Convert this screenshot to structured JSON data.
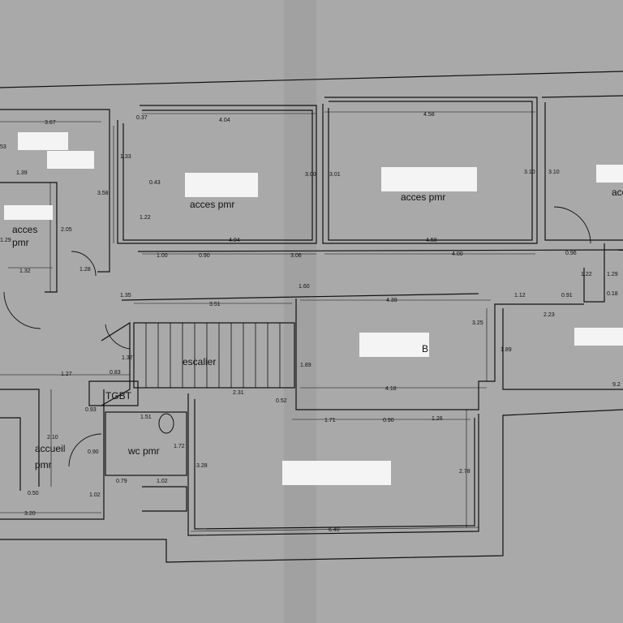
{
  "rooms": {
    "acces_pmr_1": "acces pmr",
    "acces_pmr_2": "acces pmr",
    "acces_left_a": "acces",
    "acces_left_b": "pmr",
    "acces_right": "acce",
    "escalier": "escalier",
    "tgbt": "TGBT",
    "wc_pmr": "wc pmr",
    "accueil_a": "accueil",
    "accueil_b": "pmr",
    "fragment_b": "B"
  },
  "dimensions": {
    "d_3_67": "3.67",
    "d_0_37": "0.37",
    "d_4_04_top": "4.04",
    "d_4_58_top": "4.58",
    "d_1_53": "53",
    "d_1_39": "1.39",
    "d_1_33": "1.33",
    "d_0_43": "0.43",
    "d_1_22_a": "1.22",
    "d_3_58": "3.58",
    "d_3_00": "3.00",
    "d_3_01": "3.01",
    "d_3_10_a": "3.10",
    "d_3_10_b": "3.10",
    "d_2_05": "2.05",
    "d_1_29": "1.29",
    "d_1_32": "1.32",
    "d_1_28": "1.28",
    "d_4_04_mid": "4.04",
    "d_4_58_mid": "4.58",
    "d_1_00": "1.00",
    "d_0_90_a": "0.90",
    "d_3_06": "3.06",
    "d_4_00": "4.00",
    "d_0_96": "0.96",
    "d_1_22_b": "1.22",
    "d_1_29_b": "1.29",
    "d_1_60": "1.60",
    "d_1_35": "1.35",
    "d_3_51": "3.51",
    "d_4_39": "4.39",
    "d_1_12": "1.12",
    "d_0_91": "0.91",
    "d_0_18": "0.18",
    "d_2_23": "2.23",
    "d_3_25": "3.25",
    "d_1_37": "1.37",
    "d_1_27": "1.27",
    "d_0_83": "0.83",
    "d_1_89_a": "1.89",
    "d_1_89_b": "1.89",
    "d_4_18": "4.18",
    "d_9_2": "9.2",
    "d_2_31": "2.31",
    "d_0_52": "0.52",
    "d_0_93": "0.93",
    "d_1_51": "1.51",
    "d_2_10": "2.10",
    "d_1_71": "1.71",
    "d_0_90_b": "0.90",
    "d_1_26": "1.26",
    "d_0_90_c": "0.90",
    "d_1_72": "1.72",
    "d_3_28": "3.28",
    "d_2_78": "2.78",
    "d_0_79": "0.79",
    "d_1_02_a": "1.02",
    "d_0_50": "0.50",
    "d_1_02_b": "1.02",
    "d_3_20": "3.20",
    "d_6_40": "6.40"
  },
  "colors": {
    "paper": "#a9a9a9",
    "ink": "#111111",
    "redaction": "#f4f4f4"
  }
}
